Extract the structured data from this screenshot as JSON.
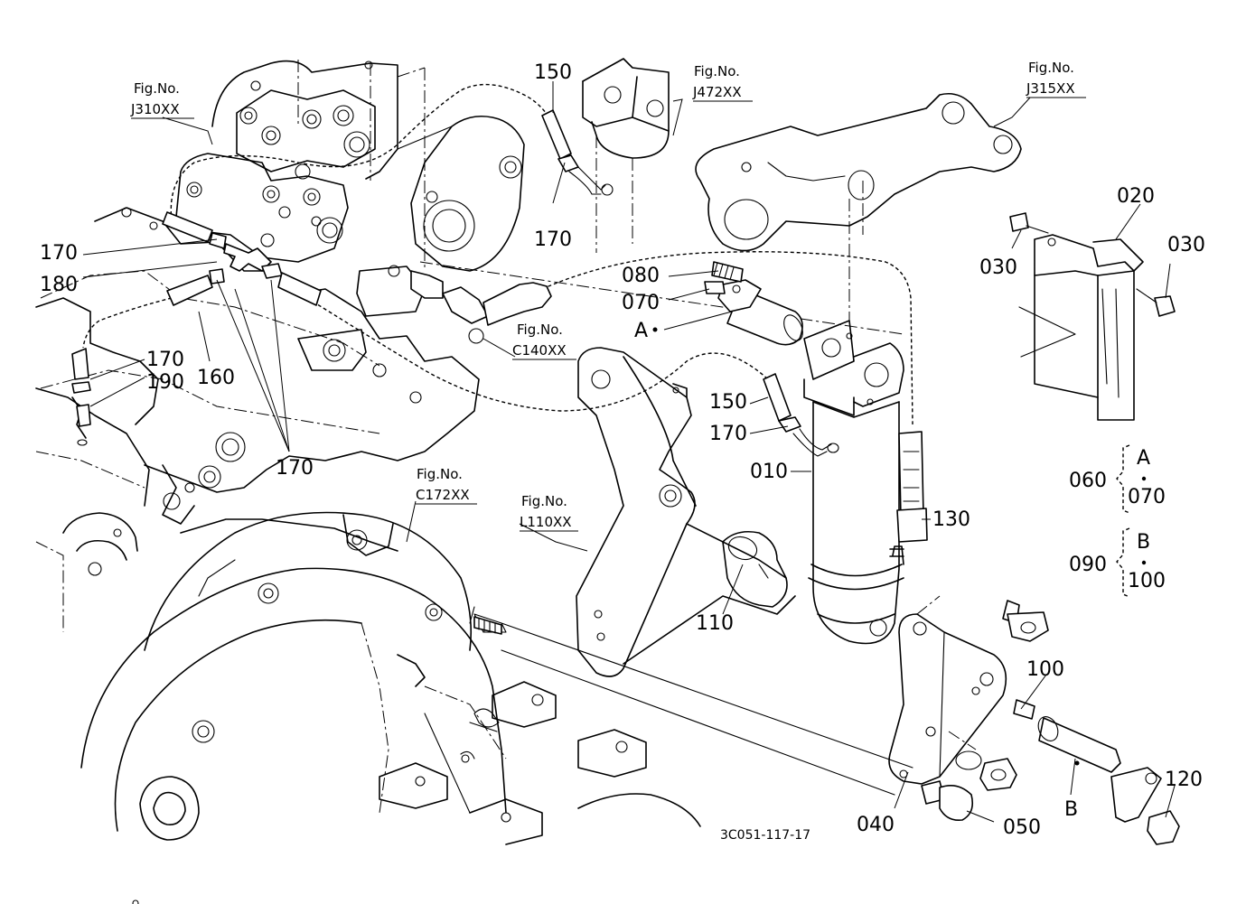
{
  "figure_refs": [
    {
      "id": "ref-j310",
      "head": "Fig.No.",
      "code": "J310XX"
    },
    {
      "id": "ref-j472",
      "head": "Fig.No.",
      "code": "J472XX"
    },
    {
      "id": "ref-j315",
      "head": "Fig.No.",
      "code": "J315XX"
    },
    {
      "id": "ref-c140",
      "head": "Fig.No.",
      "code": "C140XX"
    },
    {
      "id": "ref-c172",
      "head": "Fig.No.",
      "code": "C172XX"
    },
    {
      "id": "ref-l110",
      "head": "Fig.No.",
      "code": "L110XX"
    }
  ],
  "part_labels": {
    "p010": "010",
    "p020": "020",
    "p030a": "030",
    "p030b": "030",
    "p040": "040",
    "p050": "050",
    "p070": "070",
    "p080": "080",
    "p100": "100",
    "p110": "110",
    "p120": "120",
    "p130": "130",
    "p150a": "150",
    "p150b": "150",
    "p160": "160",
    "p170a": "170",
    "p170b": "170",
    "p170c": "170",
    "p170d": "170",
    "p170e": "170",
    "p180": "180",
    "p190": "190"
  },
  "point_labels": {
    "a": "A",
    "b": "B"
  },
  "legend": {
    "set_a": {
      "part": "060",
      "letter": "A",
      "sub": "070"
    },
    "set_b": {
      "part": "090",
      "letter": "B",
      "sub": "100"
    }
  },
  "drawing_number": "3C051-117-17"
}
